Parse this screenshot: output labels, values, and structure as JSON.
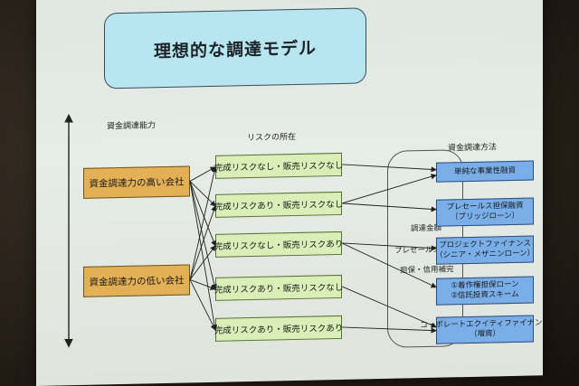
{
  "title": "理想的な調達モデル",
  "headers": {
    "capability": "資金調達能力",
    "risk_location": "リスクの所在",
    "method": "資金調達方法"
  },
  "companies": [
    {
      "label": "資金調達力の高い会社"
    },
    {
      "label": "資金調達力の低い会社"
    }
  ],
  "risks": [
    {
      "label": "完成リスクなし・販売リスクなし"
    },
    {
      "label": "完成リスクあり・販売リスクなし"
    },
    {
      "label": "完成リスクなし・販売リスクあり"
    },
    {
      "label": "完成リスクあり・販売リスクなし"
    },
    {
      "label": "完成リスクあり・販売リスクあり"
    }
  ],
  "funding": {
    "label": "調達金額",
    "presales": "プレセールス状況",
    "guarantee": "担保・信用補完"
  },
  "methods": [
    {
      "line1": "単純な事業性融資",
      "line2": ""
    },
    {
      "line1": "プレセールス担保融資",
      "line2": "（ブリッジローン）"
    },
    {
      "line1": "プロジェクトファイナンス",
      "line2": "（シニア・メザニンローン）"
    },
    {
      "line1": "①着作権担保ローン",
      "line2": "②信託投資スキーム"
    },
    {
      "line1": "コーポレートエクイティファイナンス",
      "line2": "（増資）"
    }
  ]
}
